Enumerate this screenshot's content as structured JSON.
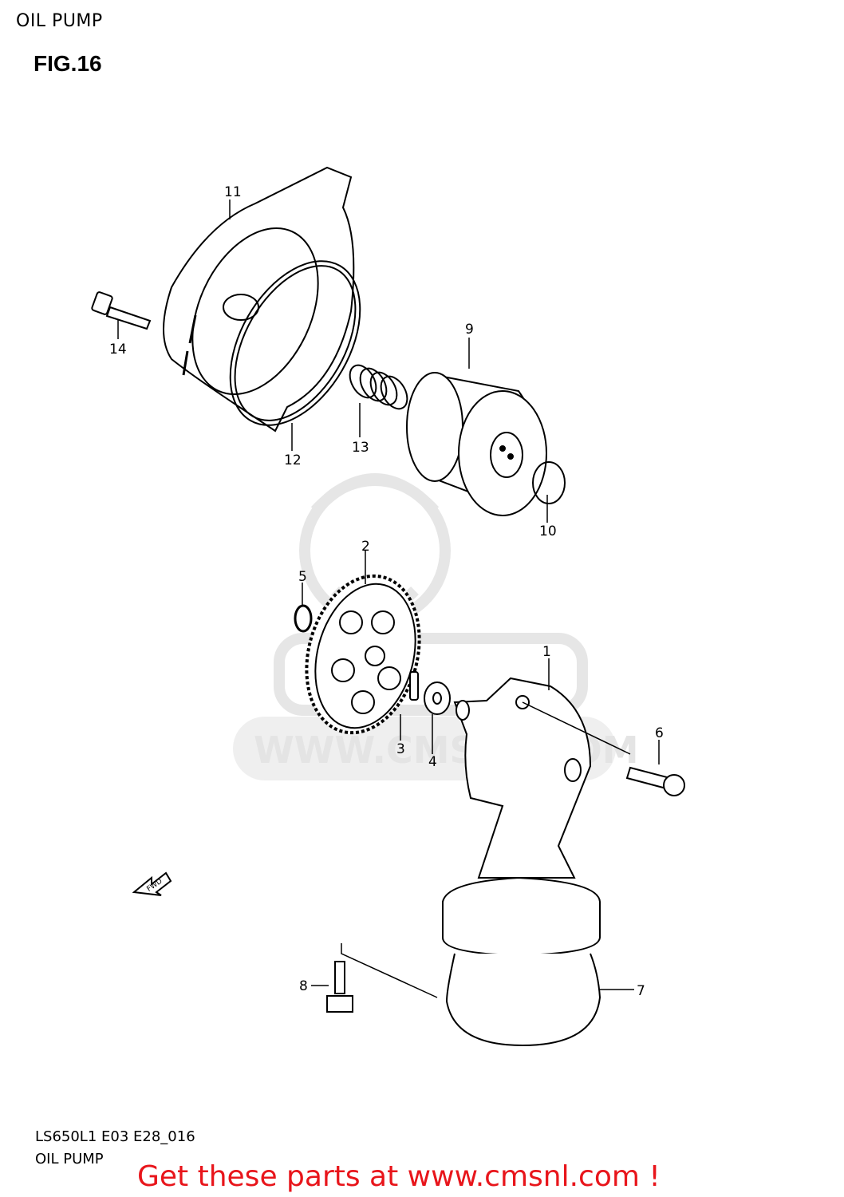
{
  "header": {
    "section_title": "OIL PUMP",
    "figure_label": "FIG.16"
  },
  "footer": {
    "model_code": "LS650L1 E03 E28_016",
    "section_title": "OIL PUMP",
    "promo_text": "Get these parts at www.cmsnl.com !",
    "promo_color": "#e8151b"
  },
  "watermark": {
    "text": "WWW.CMSNL.COM",
    "brand": "CMS"
  },
  "callouts": [
    "1",
    "2",
    "3",
    "4",
    "5",
    "6",
    "7",
    "8",
    "9",
    "10",
    "11",
    "12",
    "13",
    "14"
  ],
  "arrow_label": "FWD"
}
